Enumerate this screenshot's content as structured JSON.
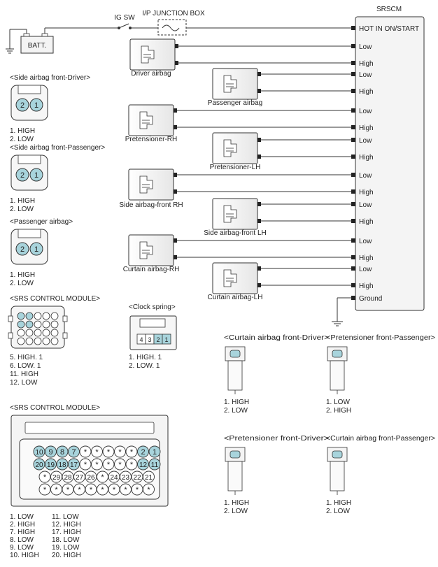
{
  "header": {
    "ig_sw": "IG SW",
    "junction_box": "I/P JUNCTION BOX",
    "srscm": "SRSCM",
    "battery": "BATT."
  },
  "srscm_pins": [
    "HOT IN ON/START",
    "Low",
    "High",
    "Low",
    "High",
    "Low",
    "High",
    "Low",
    "High",
    "Low",
    "High",
    "Low",
    "High",
    "Low",
    "High",
    "Low",
    "High",
    "Ground"
  ],
  "components": [
    {
      "label": "Driver airbag"
    },
    {
      "label": "Passenger airbag"
    },
    {
      "label": "Pretensioner-RH"
    },
    {
      "label": "Pretensioner-LH"
    },
    {
      "label": "Side airbag-front RH"
    },
    {
      "label": "Side airbag-front LH"
    },
    {
      "label": "Curtain airbag-RH"
    },
    {
      "label": "Curtain airbag-LH"
    }
  ],
  "connectors_left": [
    {
      "title": "<Side airbag front-Driver>",
      "pins": [
        "2",
        "1"
      ],
      "lines": [
        "1. HIGH",
        "2. LOW"
      ]
    },
    {
      "title": "<Side airbag front-Passenger>",
      "pins": [
        "2",
        "1"
      ],
      "lines": [
        "1. HIGH",
        "2. LOW"
      ]
    },
    {
      "title": "<Passenger airbag>",
      "pins": [
        "2",
        "1"
      ],
      "lines": [
        "1. HIGH",
        "2. LOW"
      ]
    }
  ],
  "srs_small": {
    "title": "<SRS CONTROL MODULE>",
    "lines": [
      "5. HIGH. 1",
      "6. LOW. 1",
      "11. HIGH",
      "12. LOW"
    ]
  },
  "clock_spring": {
    "title": "<Clock spring>",
    "pins": [
      "4",
      "3",
      "2",
      "1"
    ],
    "lines": [
      "1. HIGH. 1",
      "2. LOW. 1"
    ]
  },
  "small_connectors": [
    {
      "title": "<Curtain airbag front-Driver>",
      "lines": [
        "1. HIGH",
        "2. LOW"
      ]
    },
    {
      "title": "<Pretensioner front-Passenger>",
      "lines": [
        "1. LOW",
        "2. HIGH"
      ]
    },
    {
      "title": "<Pretensioner front-Driver>",
      "lines": [
        "1. HIGH",
        "2. LOW"
      ]
    },
    {
      "title": "<Curtain airbag front-Passenger>",
      "lines": [
        "1. HIGH",
        "2. LOW"
      ]
    }
  ],
  "srs_large": {
    "title": "<SRS CONTROL MODULE>",
    "row1": [
      "10",
      "9",
      "8",
      "7",
      "*",
      "*",
      "*",
      "*",
      "*",
      "2",
      "1"
    ],
    "row2": [
      "20",
      "19",
      "18",
      "17",
      "*",
      "*",
      "*",
      "*",
      "*",
      "12",
      "11"
    ],
    "row3": [
      "*",
      "29",
      "28",
      "27",
      "26",
      "*",
      "24",
      "23",
      "22",
      "21"
    ],
    "row4": [
      "*",
      "*",
      "*",
      "*",
      "*",
      "*",
      "*",
      "*",
      "*",
      "*"
    ],
    "legend_col1": [
      "1. LOW",
      "2. HIGH",
      "7. HIGH",
      "8. LOW",
      "9. LOW",
      "10. HIGH"
    ],
    "legend_col2": [
      "11. LOW",
      "12. HIGH",
      "17. HIGH",
      "18. LOW",
      "19. LOW",
      "20. HIGH"
    ]
  },
  "colors": {
    "pin_fill": "#a8d4dc",
    "line": "#333333",
    "module_fill": "#f2f2f2"
  }
}
